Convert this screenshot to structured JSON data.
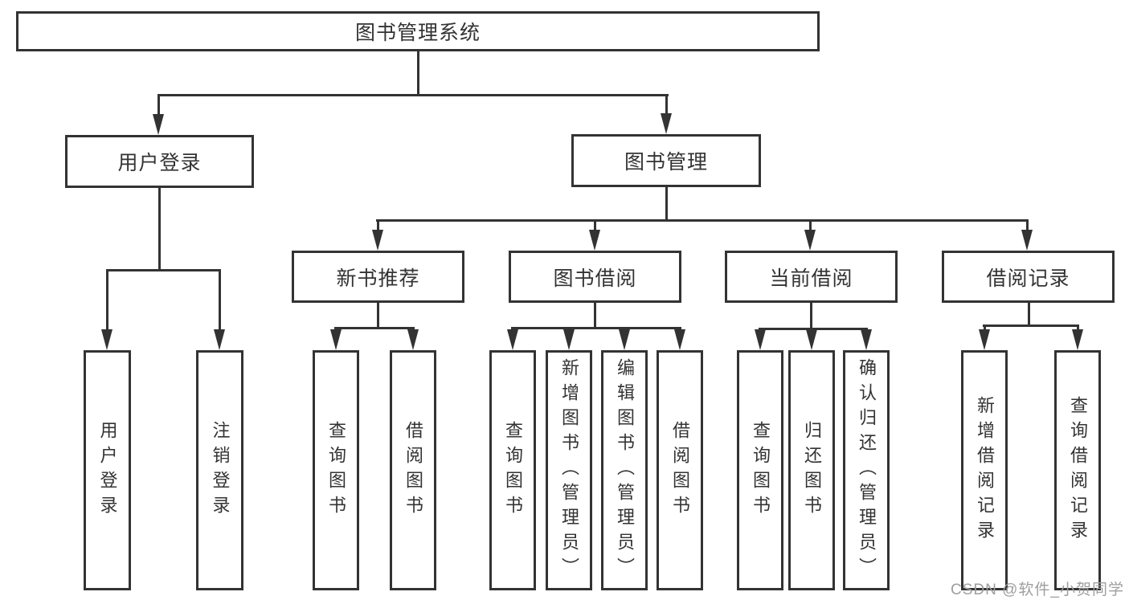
{
  "diagram": {
    "root": {
      "label": "图书管理系统"
    },
    "level2": [
      {
        "label": "用户登录"
      },
      {
        "label": "图书管理"
      }
    ],
    "level3": [
      {
        "label": "新书推荐"
      },
      {
        "label": "图书借阅"
      },
      {
        "label": "当前借阅"
      },
      {
        "label": "借阅记录"
      }
    ],
    "leaves": {
      "user_login": [
        {
          "label": "用户登录"
        },
        {
          "label": "注销登录"
        }
      ],
      "new_book_recommend": [
        {
          "label": "查询图书"
        },
        {
          "label": "借阅图书"
        }
      ],
      "book_borrowing": [
        {
          "label": "查询图书"
        },
        {
          "label": "新增图书（管理员）"
        },
        {
          "label": "编辑图书（管理员）"
        },
        {
          "label": "借阅图书"
        }
      ],
      "current_borrowing": [
        {
          "label": "查询图书"
        },
        {
          "label": "归还图书"
        },
        {
          "label": "确认归还（管理员）"
        }
      ],
      "borrowing_records": [
        {
          "label": "新增借阅记录"
        },
        {
          "label": "查询借阅记录"
        }
      ]
    },
    "watermark": "CSDN @软件_小贺同学",
    "colors": {
      "line": "#333333",
      "box_border": "#333333",
      "text": "#333333",
      "background": "#ffffff",
      "watermark": "#9e9e9e"
    }
  }
}
